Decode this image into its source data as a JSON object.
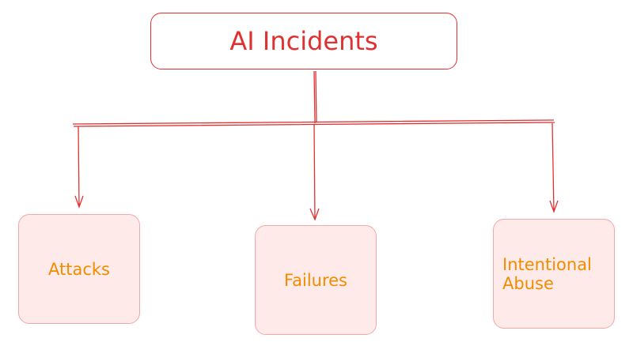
{
  "root": {
    "label": "AI Incidents"
  },
  "children": [
    {
      "label": "Attacks"
    },
    {
      "label": "Failures"
    },
    {
      "label": "Intentional Abuse"
    }
  ],
  "colors": {
    "stroke": "#e03131",
    "box_fill": "#ffeaea",
    "child_text": "#f08c00"
  }
}
